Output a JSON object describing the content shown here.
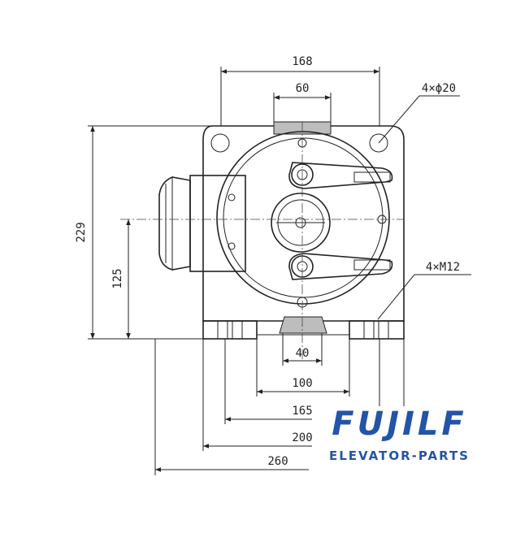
{
  "drawing": {
    "dimensions": {
      "top_width": "168",
      "top_slot": "60",
      "height_total": "229",
      "height_center": "125",
      "base_slot": "40",
      "base_100": "100",
      "base_165": "165",
      "base_200": "200",
      "base_260": "260"
    },
    "callouts": {
      "holes": "4×ϕ20",
      "threads": "4×M12"
    }
  },
  "brand": {
    "logo": "FUJILF",
    "tagline": "ELEVATOR-PARTS",
    "color": "#2354a8"
  }
}
